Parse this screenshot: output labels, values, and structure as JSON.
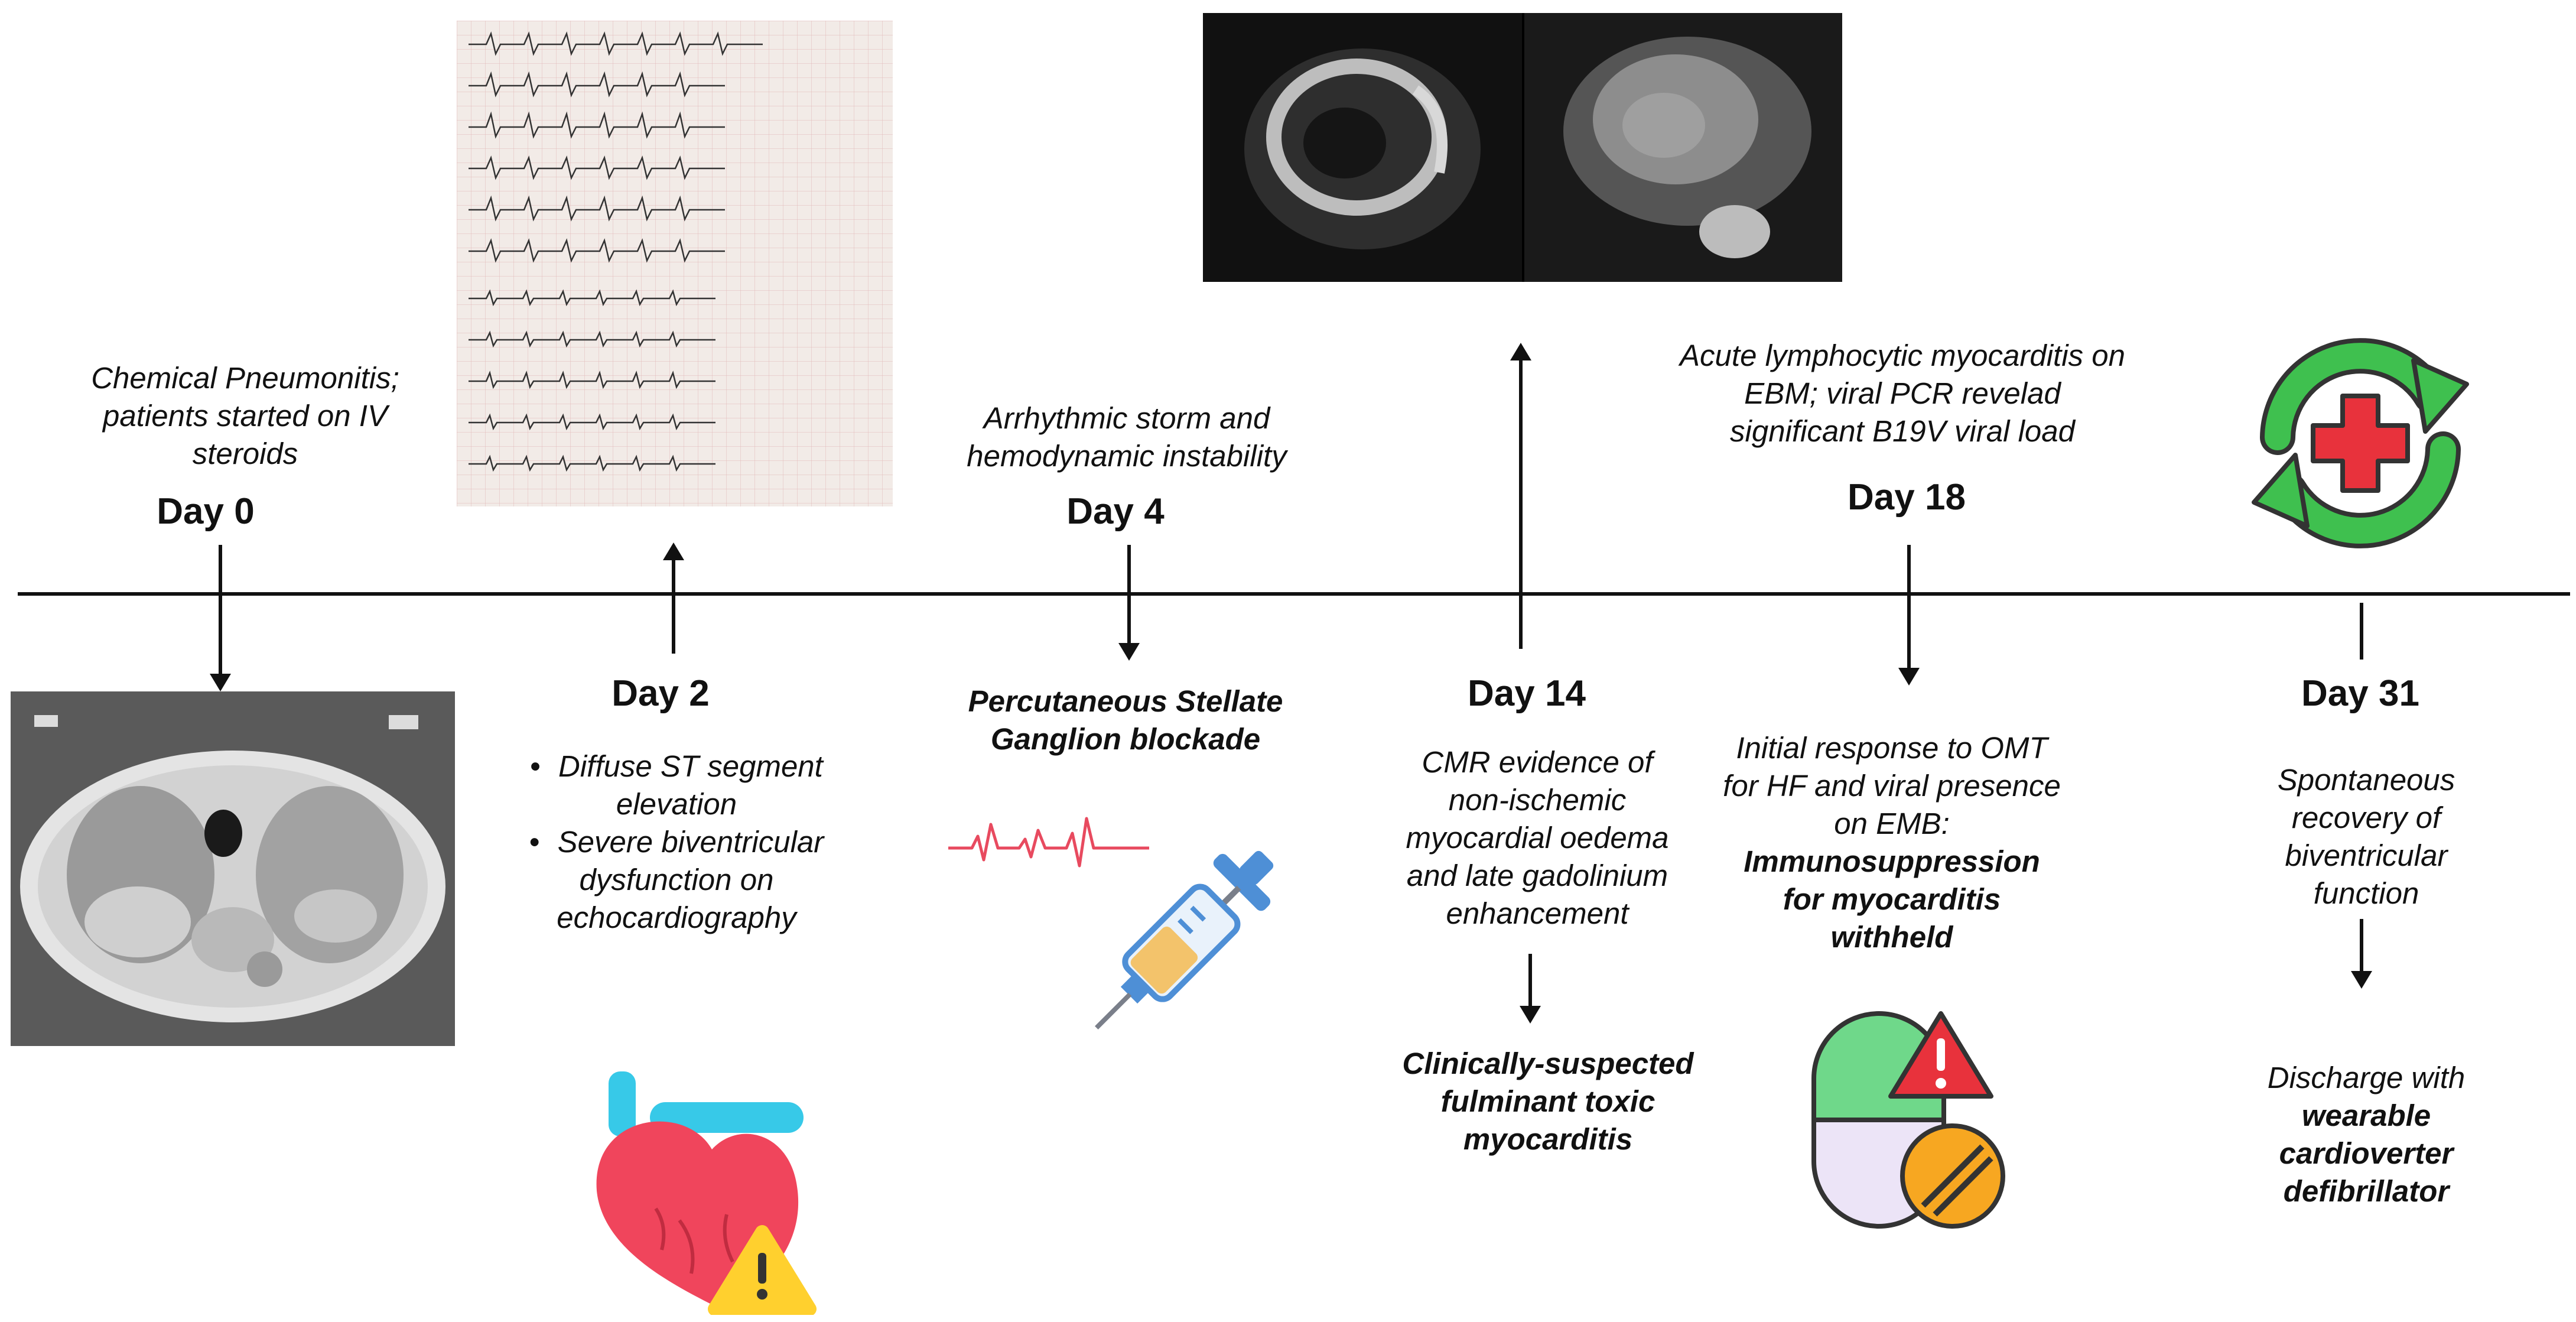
{
  "days": {
    "d0": "Day 0",
    "d2": "Day 2",
    "d4": "Day 4",
    "d14": "Day 14",
    "d18": "Day 18",
    "d31": "Day 31"
  },
  "events": {
    "d0_text": "Chemical Pneumonitis; patients started on IV steroids",
    "d2_bullet1": "Diffuse ST segment elevation",
    "d2_bullet2": "Severe biventricular dysfunction on echocardiography",
    "d4_above": "Arrhythmic storm and hemodynamic instability",
    "d4_below": "Percutaneous Stellate Ganglion blockade",
    "d14_below": "CMR evidence of non-ischemic myocardial oedema and late gadolinium enhancement",
    "d14_result": "Clinically-suspected fulminant toxic myocarditis",
    "d18_above": "Acute lymphocytic myocarditis on EBM; viral PCR revelad significant B19V viral load",
    "d18_below_plain": "Initial response to OMT for HF and viral presence on EMB:",
    "d18_below_bold": "Immunosuppression for myocarditis withheld",
    "d31_below": "Spontaneous recovery of biventricular function",
    "d31_result_plain": "Discharge with",
    "d31_result_bold": "wearable cardioverter defibrillator"
  },
  "colors": {
    "heart": "#f0455c",
    "vessel": "#37c9e8",
    "warning": "#ffd02e",
    "pill_green": "#6fd88a",
    "pill_lavender": "#ece4f7",
    "pill_orange": "#f7a721",
    "recycle_green": "#3fc04f",
    "cross_red": "#e8323c",
    "ecg_red": "#e84a5f",
    "syringe_blue": "#4e8fd6",
    "syringe_fluid": "#f3c36b"
  },
  "icons": {
    "ct_scan": "ct-scan-image",
    "ecg": "ecg-image",
    "cmr": "cmr-image",
    "heart_warning": "heart-warning-icon",
    "syringe": "syringe-icon",
    "ecg_wave": "ecg-wave-icon",
    "pills_warning": "pills-warning-icon",
    "recovery": "recovery-cycle-icon"
  }
}
